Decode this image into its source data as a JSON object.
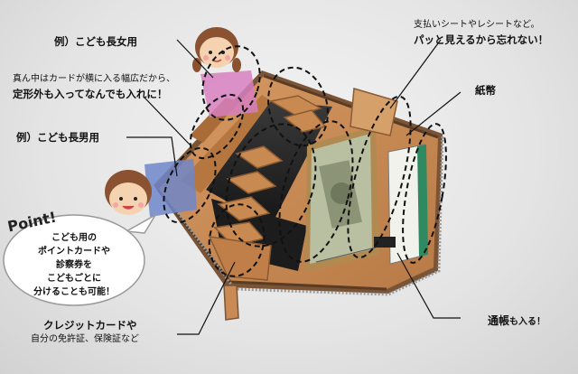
{
  "labels": {
    "girl": "例）こども長女用",
    "center_line1": "真ん中はカードが横に入る幅広だから、",
    "center_line2": "定形外も入ってなんでも入れに！",
    "boy": "例）こども長男用",
    "receipt_line1": "支払いシートやレシートなど。",
    "receipt_line2": "パッと見えるから忘れない！",
    "bills": "紙幣",
    "passbook_main": "通帳",
    "passbook_suffix": "も入る！",
    "credit_line1": "クレジットカードや",
    "credit_line2": "自分の免許証、保険証など"
  },
  "point": {
    "title": "Point!",
    "line1": "こども用の",
    "line2": "ポイントカードや",
    "line3": "診察券を",
    "line4": "こどもごとに",
    "line5": "分けることも可能！"
  },
  "colors": {
    "leather": "#c98a56",
    "leather_dark": "#9a6238",
    "pink_card": "#d77fc0",
    "blue_card": "#6f86c9",
    "banknote": "#b9c0a2",
    "passbook": "#2f8a62",
    "background": "#e6e6e6"
  }
}
